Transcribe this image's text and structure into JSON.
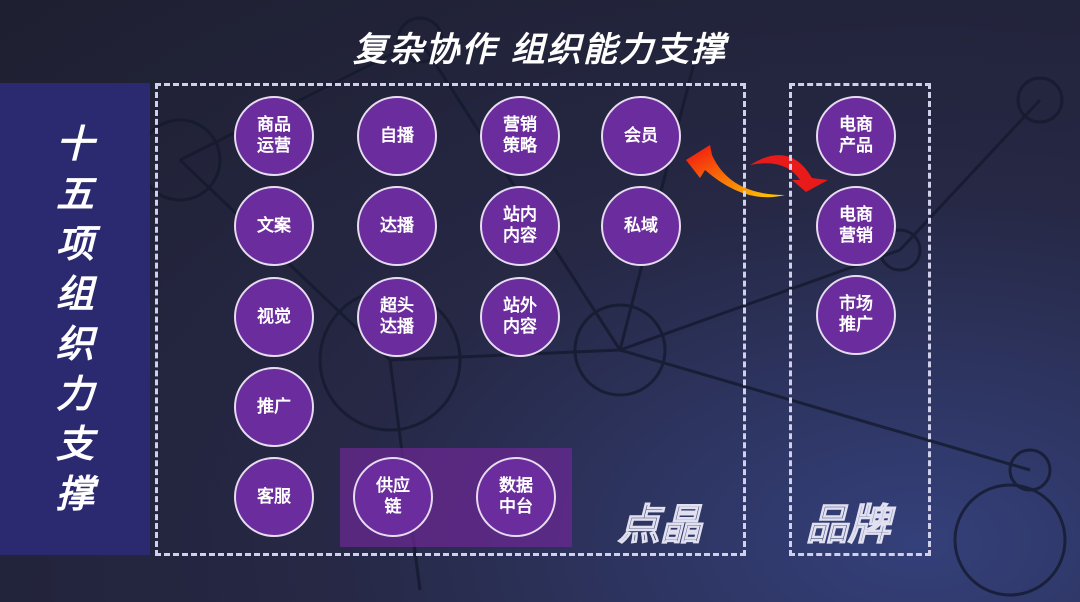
{
  "title": "复杂协作  组织能力支撑",
  "banner": [
    "十",
    "五",
    "项",
    "组",
    "织",
    "力",
    "支",
    "撑"
  ],
  "dianjing": {
    "label": "点晶",
    "items": [
      "商品运营",
      "自播",
      "营销策略",
      "会员",
      "文案",
      "达播",
      "站内内容",
      "私域",
      "视觉",
      "超头达播",
      "站外内容",
      "推广",
      "客服",
      "供应链",
      "数据中台"
    ]
  },
  "brand": {
    "label": "品牌",
    "items": [
      "电商产品",
      "电商营销",
      "市场推广"
    ]
  },
  "colors": {
    "circle": "#6b2d9e",
    "banner": "#2b2a70"
  }
}
